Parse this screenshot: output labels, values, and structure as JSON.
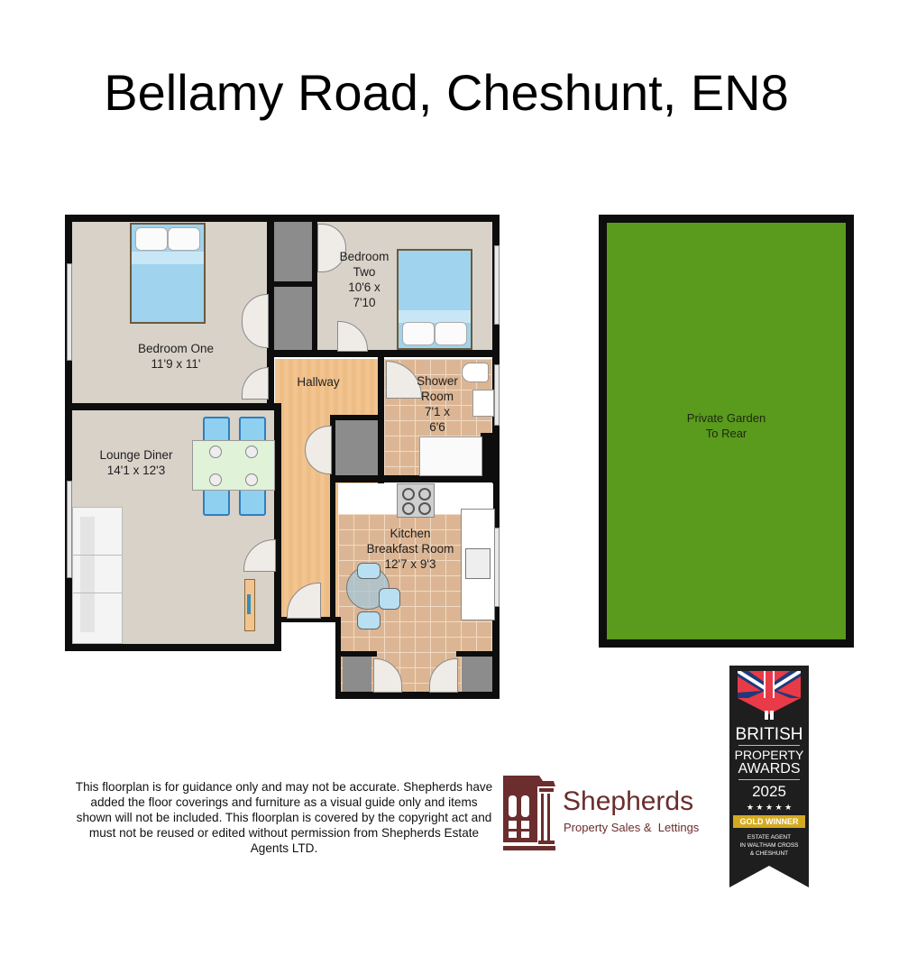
{
  "header": {
    "title": "Bellamy Road, Cheshunt, EN8"
  },
  "floorplan": {
    "rooms": [
      {
        "id": "bedroom-one",
        "name": "Bedroom One",
        "dimensions": "11'9 x 11'"
      },
      {
        "id": "bedroom-two",
        "name_line1": "Bedroom",
        "name_line2": "Two",
        "dim_line1": "10'6 x",
        "dim_line2": "7'10"
      },
      {
        "id": "hallway",
        "name": "Hallway"
      },
      {
        "id": "shower-room",
        "name_line1": "Shower",
        "name_line2": "Room",
        "dim_line1": "7'1 x",
        "dim_line2": "6'6"
      },
      {
        "id": "lounge-diner",
        "name": "Lounge Diner",
        "dimensions": "14'1 x 12'3"
      },
      {
        "id": "kitchen",
        "name_line1": "Kitchen",
        "name_line2": "Breakfast Room",
        "dimensions": "12'7 x 9'3"
      }
    ],
    "garden": {
      "line1": "Private Garden",
      "line2": "To Rear"
    },
    "colors": {
      "wall": "#0d0d0d",
      "garden": "#5a9a1c",
      "hallway_wood": "#f2c48f",
      "carpet": "#d8d2c9",
      "tile": "#dcb694",
      "bed_blue": "#9fd3ee"
    }
  },
  "footer": {
    "disclaimer": "This floorplan is for guidance only and may not be accurate. Shepherds have added the floor coverings and furniture as a visual guide only and items shown will not be included. This floorplan is covered by the copyright act and must not be reused or edited without permission from Shepherds Estate Agents LTD.",
    "brand": {
      "name": "Shepherds",
      "tagline": "Property Sales &  Lettings",
      "color": "#6b2d2d"
    },
    "award": {
      "line1": "BRITISH",
      "line2": "PROPERTY",
      "line3": "AWARDS",
      "year": "2025",
      "stars": "★ ★ ★ ★ ★",
      "ribbon": "GOLD WINNER",
      "cat1": "ESTATE AGENT",
      "cat2": "IN WALTHAM CROSS",
      "cat3": "& CHESHUNT",
      "colors": {
        "badge": "#1e1e1e",
        "gold": "#d4aa1e"
      }
    }
  }
}
